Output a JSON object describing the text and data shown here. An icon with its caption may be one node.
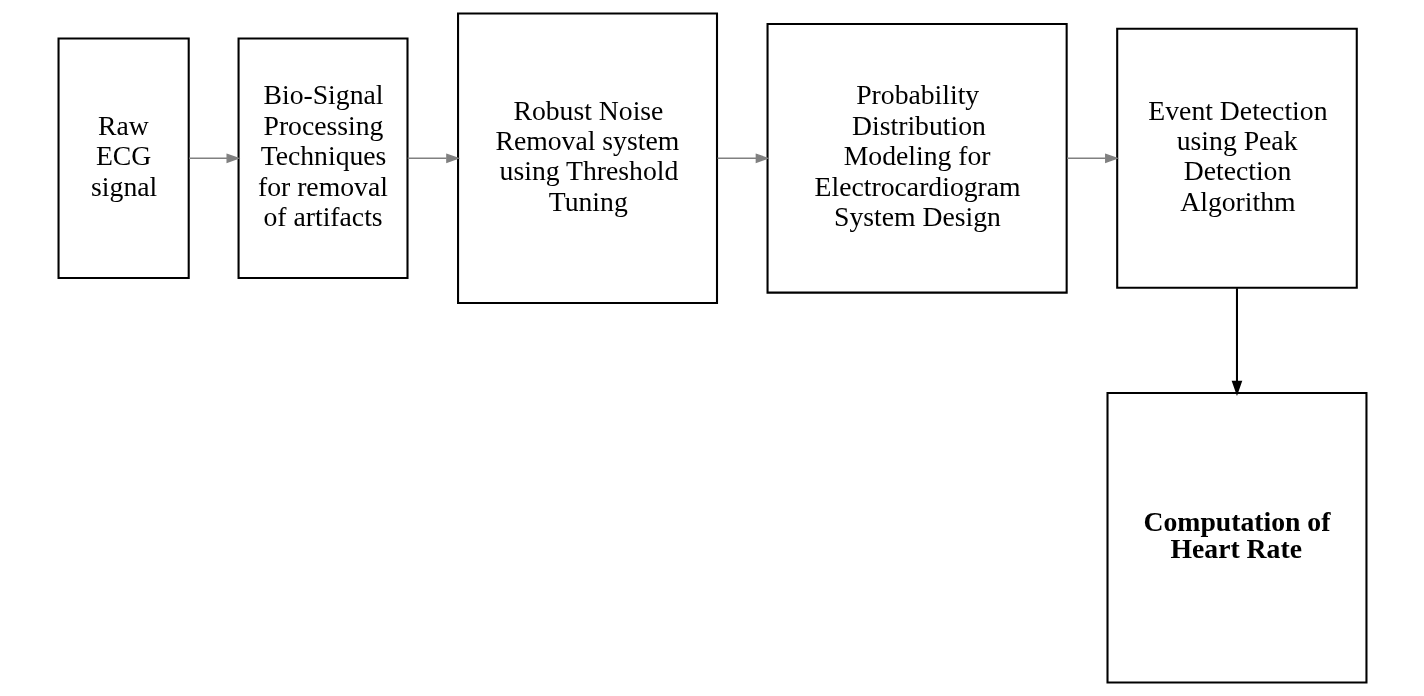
{
  "diagram": {
    "nodes": [
      {
        "text": [
          "Raw ECG signal"
        ]
      },
      {
        "text": [
          "Bio-Signal Processing Techniques for removal of artifacts"
        ]
      },
      {
        "text": [
          "Robust Noise Removal system using Threshold Tuning"
        ]
      },
      {
        "text": [
          "Probability Distribution Modeling for Electrocardiogram System Design"
        ]
      },
      {
        "text": [
          "Event Detection using Peak Detection Algorithm"
        ]
      },
      {
        "text": [
          "Computation of Heart Rate"
        ]
      }
    ],
    "edges": [
      {
        "from": 0,
        "to": 1,
        "arrow": "to"
      },
      {
        "from": 1,
        "to": 2,
        "arrow": "to"
      },
      {
        "from": 2,
        "to": 3,
        "arrow": "to"
      },
      {
        "from": 3,
        "to": 4,
        "arrow": "to"
      },
      {
        "from": 4,
        "to": 5,
        "arrow": "to",
        "color": "#000000"
      }
    ]
  }
}
